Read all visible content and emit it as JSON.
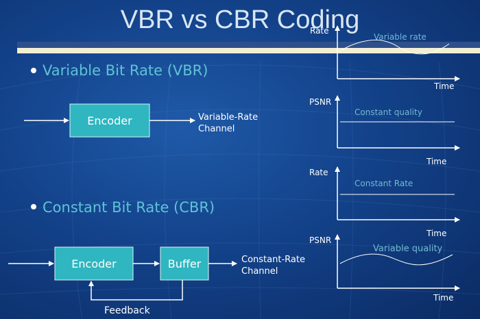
{
  "slide": {
    "title": "VBR vs CBR Coding",
    "bullets": [
      {
        "label": "Variable Bit Rate (VBR)"
      },
      {
        "label": "Constant Bit Rate (CBR)"
      }
    ]
  },
  "vbr_diagram": {
    "encoder": "Encoder",
    "channel_line1": "Variable-Rate",
    "channel_line2": "Channel"
  },
  "cbr_diagram": {
    "encoder": "Encoder",
    "buffer": "Buffer",
    "channel_line1": "Constant-Rate",
    "channel_line2": "Channel",
    "feedback": "Feedback"
  },
  "graphs": [
    {
      "ylabel": "Rate",
      "xlabel": "Time",
      "caption": "Variable rate"
    },
    {
      "ylabel": "PSNR",
      "xlabel": "Time",
      "caption": "Constant quality"
    },
    {
      "ylabel": "Rate",
      "xlabel": "Time",
      "caption": "Constant Rate"
    },
    {
      "ylabel": "PSNR",
      "xlabel": "Time",
      "caption": "Variable quality"
    }
  ],
  "colors": {
    "box_fill": "#2fb6c0",
    "accent_text": "#5fc3d6",
    "caption_text": "#72b9d3",
    "band_dark": "#2e4f8a",
    "band_light": "#f2efd4"
  }
}
